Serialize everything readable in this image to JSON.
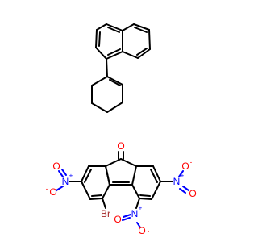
{
  "structures": [
    {
      "name": "1-(cyclohex-1-en-1-yl)naphthalene"
    },
    {
      "name": "4-bromo-2,5,7-trinitro-9H-fluoren-9-one"
    }
  ],
  "colors": {
    "bond": "#000000",
    "oxygen": "#ff0000",
    "nitrogen": "#0000ff",
    "bromine": "#a52a2a"
  },
  "labels": {
    "carbonyl_o": "O",
    "n_left": "N",
    "n_left_charge": "+",
    "o_left_minus": "O",
    "o_left_minus_charge": "-",
    "o_left_top": "O",
    "n_right": "N",
    "n_right_charge": "+",
    "o_right_top": "O",
    "o_right_minus": "O",
    "o_right_minus_charge": "-",
    "br": "Br",
    "n_bottom": "N",
    "n_bottom_charge": "+",
    "o_bottom_left": "O",
    "o_bottom_minus": "O",
    "o_bottom_minus_charge": "-"
  }
}
